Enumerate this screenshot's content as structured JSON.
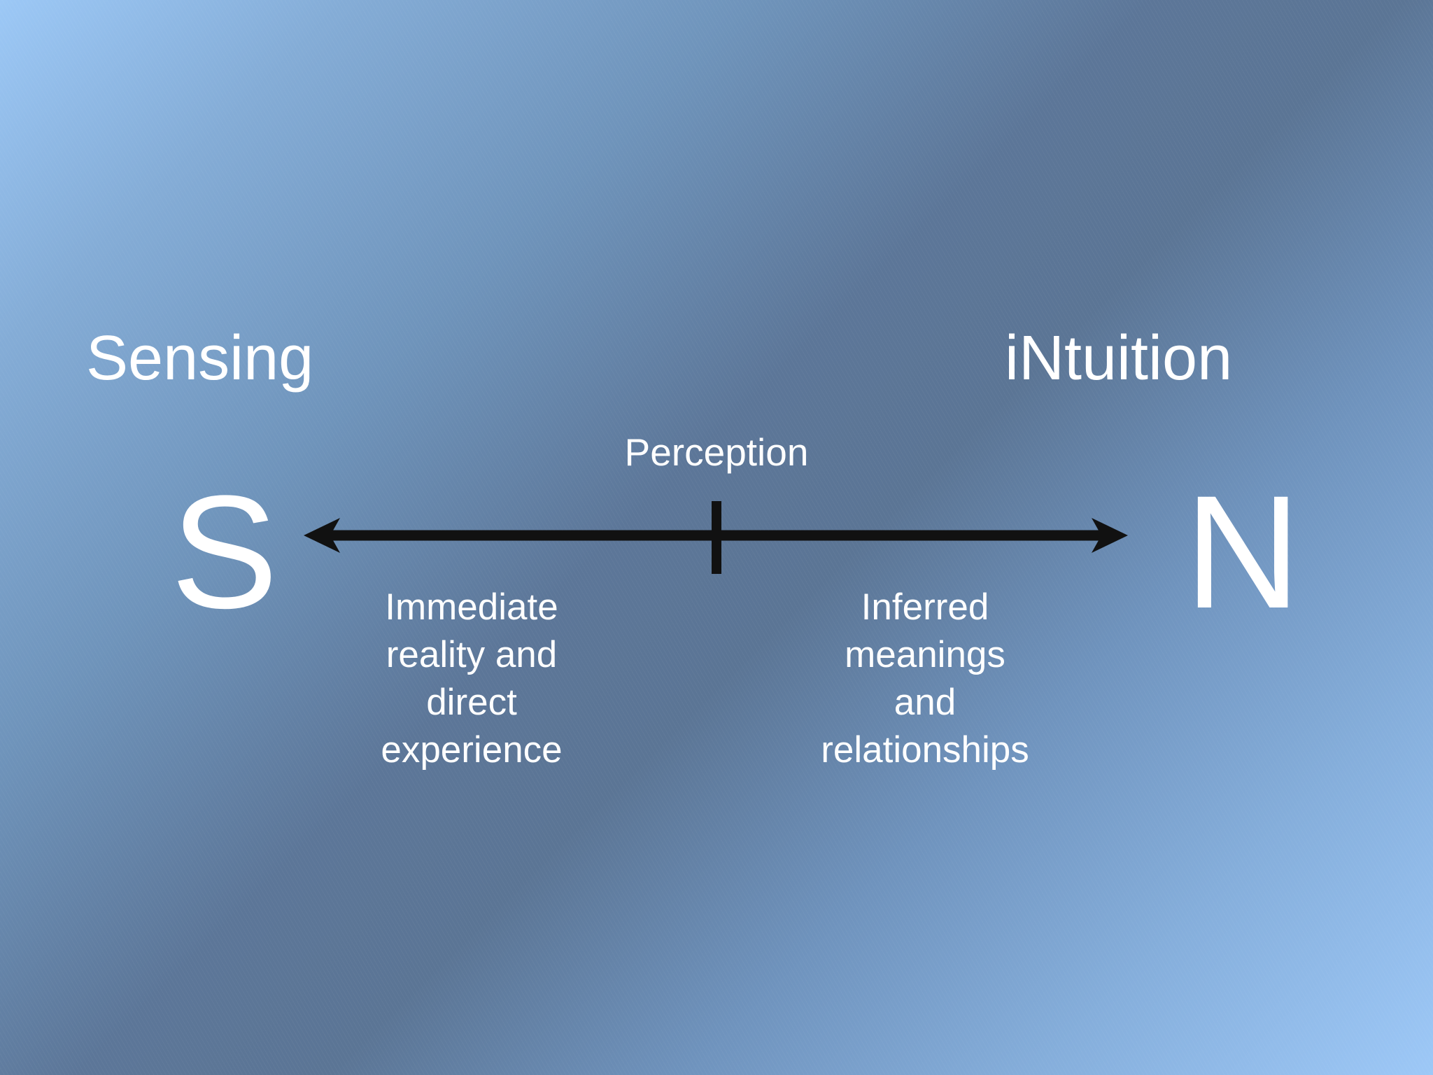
{
  "left_pole": {
    "title": "Sensing",
    "letter": "S",
    "description_lines": [
      "Immediate",
      "reality and",
      "direct",
      "experience"
    ]
  },
  "right_pole": {
    "title": "iNtuition",
    "letter": "N",
    "description_lines": [
      "Inferred",
      "meanings",
      "and",
      "relationships"
    ]
  },
  "axis": {
    "center_label": "Perception",
    "line_color": "#111111"
  },
  "colors": {
    "text": "#ffffff",
    "background_light": "#9cc8f6",
    "background_dark": "#5b7595"
  }
}
